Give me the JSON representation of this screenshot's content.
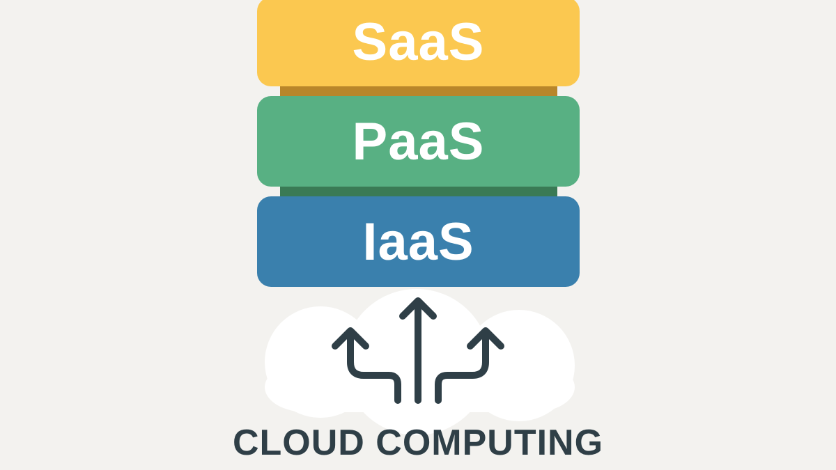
{
  "layers": [
    {
      "label": "SaaS",
      "color": "#fbc850"
    },
    {
      "label": "PaaS",
      "color": "#58b083"
    },
    {
      "label": "IaaS",
      "color": "#3a80ad"
    }
  ],
  "title": "CLOUD COMPUTING",
  "icons": {
    "cloud": "cloud-icon",
    "arrows": "branching-arrows-icon"
  }
}
